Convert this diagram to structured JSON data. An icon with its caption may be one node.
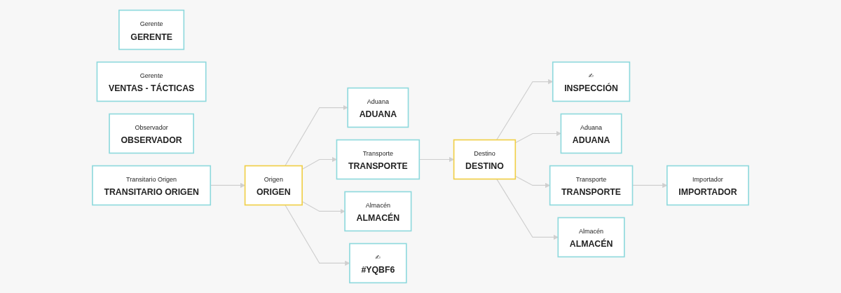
{
  "diagram": {
    "nodes": [
      {
        "text": [
          "Gerente",
          "GERENTE"
        ]
      },
      {
        "text": [
          "Gerente",
          "VENTAS - TÁCTICAS"
        ]
      },
      {
        "text": [
          "Observador",
          "OBSERVADOR"
        ]
      },
      {
        "text": [
          "Aduana",
          "ADUANA"
        ]
      },
      {
        "text": [
          "✍",
          "INSPECCIÓN"
        ]
      },
      {
        "text": [
          "Aduana",
          "ADUANA"
        ]
      },
      {
        "text": [
          "Transitario Origen",
          "TRANSITARIO ORIGEN"
        ]
      },
      {
        "text": [
          "Origen",
          "ORIGEN"
        ]
      },
      {
        "text": [
          "Transporte",
          "TRANSPORTE"
        ]
      },
      {
        "text": [
          "Destino",
          "DESTINO"
        ]
      },
      {
        "text": [
          "Transporte",
          "TRANSPORTE"
        ]
      },
      {
        "text": [
          "Importador",
          "IMPORTADOR"
        ]
      },
      {
        "text": [
          "Almacén",
          "ALMACÉN"
        ]
      },
      {
        "text": [
          "✍",
          "#YQBF6"
        ]
      },
      {
        "text": [
          "Almacén",
          "ALMACÉN"
        ]
      }
    ],
    "edges": [
      {
        "from": 6,
        "to": 7,
        "arrow": "to"
      },
      {
        "from": 7,
        "to": 3,
        "arrow": "to"
      },
      {
        "from": 7,
        "to": 8,
        "arrow": "to"
      },
      {
        "from": 7,
        "to": 12,
        "arrow": "to"
      },
      {
        "from": 7,
        "to": 13,
        "arrow": "to"
      },
      {
        "from": 8,
        "to": 9,
        "arrow": "to"
      },
      {
        "from": 9,
        "to": 4,
        "arrow": "to"
      },
      {
        "from": 9,
        "to": 5,
        "arrow": "to"
      },
      {
        "from": 9,
        "to": 14,
        "arrow": "to"
      },
      {
        "from": 9,
        "to": 10,
        "arrow": "to"
      },
      {
        "from": 10,
        "to": 11,
        "arrow": "to"
      }
    ]
  }
}
